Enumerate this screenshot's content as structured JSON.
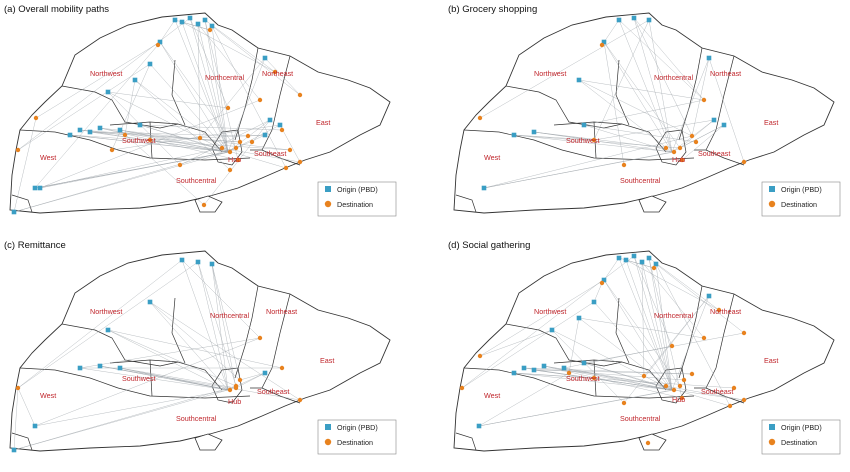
{
  "colors": {
    "origin": "#3a9ec4",
    "destination": "#e8821e",
    "path": "#9aa0a6",
    "boundary": "#333333",
    "region_label": "#c0262c"
  },
  "legend": {
    "origin": "Origin (PBD)",
    "destination": "Destination"
  },
  "region_labels": {
    "northwest": "Northwest",
    "northcentral": "Northcentral",
    "northeast": "Northeast",
    "east": "East",
    "west": "West",
    "southwest": "Southwest",
    "southeast": "Southeast",
    "southcentral": "Southcentral",
    "hub": "Hub"
  },
  "panels": [
    {
      "id": "a",
      "title": "(a) Overall mobility paths"
    },
    {
      "id": "b",
      "title": "(b) Grocery shopping"
    },
    {
      "id": "c",
      "title": "(c) Remittance"
    },
    {
      "id": "d",
      "title": "(d) Social gathering"
    }
  ]
}
